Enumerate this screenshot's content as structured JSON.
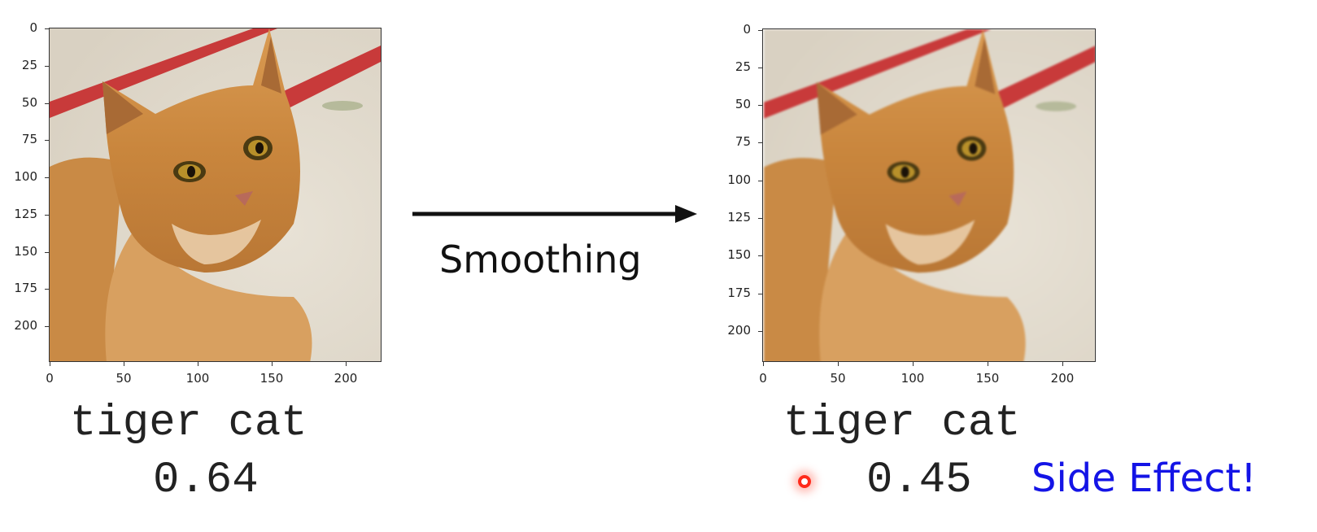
{
  "left_panel": {
    "y_ticks": [
      "0",
      "25",
      "50",
      "75",
      "100",
      "125",
      "150",
      "175",
      "200"
    ],
    "x_ticks": [
      "0",
      "50",
      "100",
      "150",
      "200"
    ],
    "class_label": "tiger cat",
    "score": "0.64"
  },
  "right_panel": {
    "y_ticks": [
      "0",
      "25",
      "50",
      "75",
      "100",
      "125",
      "150",
      "175",
      "200"
    ],
    "x_ticks": [
      "0",
      "50",
      "100",
      "150",
      "200"
    ],
    "class_label": "tiger cat",
    "score": "0.45"
  },
  "arrow": {
    "caption": "Smoothing"
  },
  "annotation": {
    "text": "Side Effect!",
    "color": "#1414e6"
  },
  "pointer": {
    "color": "#ff2a1a"
  }
}
